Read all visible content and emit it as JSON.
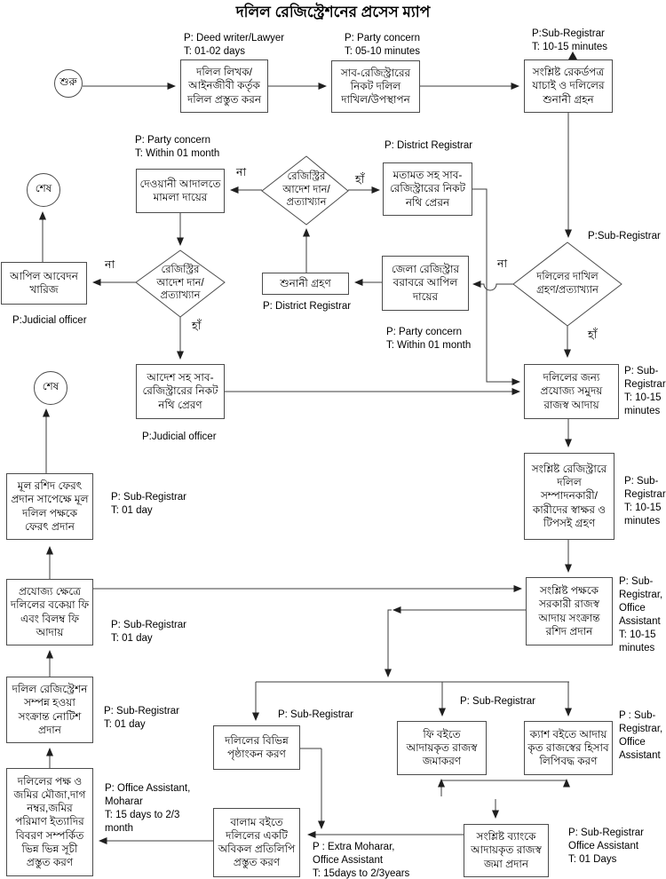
{
  "title": "দলিল রেজিস্ট্রেশনের প্রসেস ম্যাপ",
  "colors": {
    "line": "#3c3c3c",
    "border": "#4c4c4c",
    "text": "#000000",
    "background": "#ffffff"
  },
  "terminals": {
    "start": "শুরু",
    "end": "শেষ"
  },
  "labels": {
    "yes": "হাঁ",
    "no": "না"
  },
  "nodes": {
    "prepare": "দলিল লিখক/\nআইনজীবী কর্তৃক\nদলিল প্রস্তুত করন",
    "submit": "সাব-রেজিস্ট্রারের\nনিকট দলিল\nদাখিল/উপস্থাপন",
    "verify": "সংশ্লিষ্ট রেকর্ডপত্র\nযাচাই ও দলিলের\nশুনানী গ্রহন",
    "civil_suit": "দেওয়ানী আদালতে\nমামলা দায়ের",
    "opinion_send": "মতামত সহ সাব-\nরেজিস্ট্রারের নিকট\nনথি প্রেরন",
    "appeal_dismiss": "আপিল আবেদন\nখারিজ",
    "hearing": "শুনানী গ্রহণ",
    "appeal_file": "জেলা রেজিস্ট্রার\nবরাবরে আপিল\nদায়ের",
    "order_send": "আদেশ সহ সাব-\nরেজিস্ট্রারের নিকট\nনথি প্রেরণ",
    "revenue_collect": "দলিলের জন্য\nপ্রযোজ্য সমুদয়\nরাজস্ব আদায়",
    "signatures": "সংশ্লিষ্ট রেজিস্ট্রারে\nদলিল\nসম্পাদনকারী/\nকারীদের স্বাক্ষর ও\nটিপসই গ্রহণ",
    "receipt": "সংশ্লিষ্ট পক্ষকে\nসরকারী রাজস্ব\nআদায় সংক্রান্ত\nরশিদ প্রদান",
    "return_deed": "মূল রশিদ ফেরৎ\nপ্রদান সাপেক্ষে মূল\nদলিল পক্ষকে\nফেরৎ প্রদান",
    "due_fees": "প্রযোজ্য ক্ষেত্রে\nদলিলের বকেয়া ফি\nএবং বিলম্ব ফি\nআদায়",
    "notice": "দলিল রেজিস্ট্রেশন\nসম্পন্ন হওয়া\nসংক্রান্ত নোটিশ\nপ্রদান",
    "indexes": "দলিলের পক্ষ ও\nজমির মৌজা,দাগ\nনম্বর,জমির\nপরিমাণ ইত্যাদির\nবিবরণ সম্পর্কিত\nভিন্ন ভিন্ন সূচী\nপ্রস্তুত করণ",
    "endorsement": "দলিলের বিভিন্ন\nপৃষ্ঠাংকন করণ",
    "balam_copy": "বালাম বইতে\nদলিলের একটি\nঅবিকল প্রতিলিপি\nপ্রস্তুত করণ",
    "fee_book": "ফি বইতে\nআদায়কৃত রাজস্ব\nজমাকরণ",
    "cash_book": "ক্যাশ বইতে আদায়\nকৃত রাজস্বের হিসাব\nলিপিবদ্ধ করণ",
    "bank_deposit": "সংশ্লিষ্ট ব্যাংকে\nআদায়কৃত রাজস্ব\nজমা প্রদান"
  },
  "decisions": {
    "registry_order": "রেজিস্ট্রির\nআদেশ দান/\nপ্রত্যাখ্যান",
    "deed_submission": "দলিলের দাখিল\nগ্রহণ/প্রত্যাখ্যান"
  },
  "annotations": {
    "prepare": "P: Deed writer/Lawyer\nT: 01-02 days",
    "submit": "P: Party concern\nT: 05-10 minutes",
    "verify": "P:Sub-Registrar\nT: 10-15 minutes",
    "civil_suit": "P: Party concern\nT: Within 01 month",
    "opinion_send": "P: District Registrar",
    "deed_submission": "P:Sub-Registrar",
    "hearing": "P: District Registrar",
    "appeal_file": "P: Party concern\nT: Within 01 month",
    "appeal_dismiss": "P:Judicial officer",
    "order_send": "P:Judicial officer",
    "revenue_collect": "P: Sub-\nRegistrar\nT: 10-15\nminutes",
    "signatures": "P: Sub-\nRegistrar\nT: 10-15\nminutes",
    "receipt": "P: Sub-\nRegistrar,\nOffice\nAssistant\nT: 10-15\nminutes",
    "return_deed": "P: Sub-Registrar\nT: 01 day",
    "due_fees": "P: Sub-Registrar\nT: 01 day",
    "notice": "P: Sub-Registrar\nT: 01 day",
    "indexes": "P: Office Assistant,\nMoharar\nT: 15 days to 2/3\nmonth",
    "endorsement": "P: Sub-Registrar",
    "fee_book": "P: Sub-Registrar",
    "cash_book": "P : Sub-\nRegistrar,\nOffice\nAssistant",
    "balam_copy": "P : Extra Moharar,\nOffice Assistant\nT: 15days to 2/3years",
    "bank_deposit": "P: Sub-Registrar\nOffice Assistant\nT: 01 Days"
  }
}
